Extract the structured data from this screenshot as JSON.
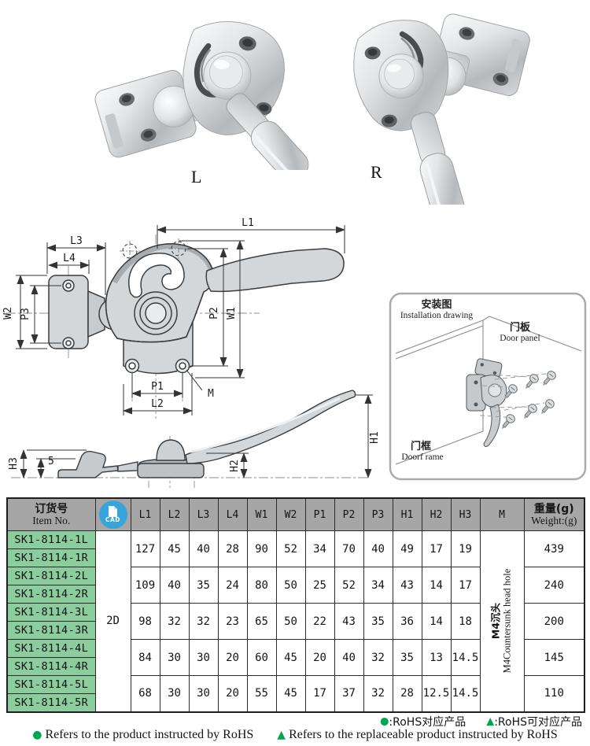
{
  "photos": {
    "left_label": "L",
    "right_label": "R"
  },
  "drawing": {
    "main": {
      "l1": "L1",
      "l2": "L2",
      "l3": "L3",
      "l4": "L4",
      "w1": "W1",
      "w2": "W2",
      "p1": "P1",
      "p2": "P2",
      "p3": "P3",
      "m": "M"
    },
    "side": {
      "h1": "H1",
      "h2": "H2",
      "h3": "H3",
      "five": "5"
    },
    "install": {
      "title_zh": "安装图",
      "title_en": "Installation drawing",
      "panel_zh": "门板",
      "panel_en": "Door panel",
      "frame_zh": "门框",
      "frame_en": "Doorf rame"
    }
  },
  "table": {
    "header": {
      "item_no_zh": "订货号",
      "item_no_en": "Item No.",
      "cad_label": "CAD",
      "dims": [
        "L1",
        "L2",
        "L3",
        "L4",
        "W1",
        "W2",
        "P1",
        "P2",
        "P3",
        "H1",
        "H2",
        "H3"
      ],
      "m_label": "M",
      "weight_zh": "重量(g)",
      "weight_en": "Weight:(g)"
    },
    "cad_value": "2D",
    "m_zh": "M4沉头",
    "m_en": "M4Countersunk head hole",
    "groups": [
      {
        "items": [
          "SK1-8114-1L",
          "SK1-8114-1R"
        ],
        "values": [
          127,
          45,
          40,
          28,
          90,
          52,
          34,
          70,
          40,
          49,
          17,
          19
        ],
        "weight": 439
      },
      {
        "items": [
          "SK1-8114-2L",
          "SK1-8114-2R"
        ],
        "values": [
          109,
          40,
          35,
          24,
          80,
          50,
          25,
          52,
          34,
          43,
          14,
          17
        ],
        "weight": 240
      },
      {
        "items": [
          "SK1-8114-3L",
          "SK1-8114-3R"
        ],
        "values": [
          98,
          32,
          32,
          23,
          65,
          50,
          22,
          43,
          35,
          36,
          14,
          18
        ],
        "weight": 200
      },
      {
        "items": [
          "SK1-8114-4L",
          "SK1-8114-4R"
        ],
        "values": [
          84,
          30,
          30,
          20,
          60,
          45,
          20,
          40,
          32,
          35,
          13,
          14.5
        ],
        "weight": 145
      },
      {
        "items": [
          "SK1-8114-5L",
          "SK1-8114-5R"
        ],
        "values": [
          68,
          30,
          30,
          20,
          55,
          45,
          17,
          37,
          32,
          28,
          12.5,
          14.5
        ],
        "weight": 110
      }
    ]
  },
  "footer": {
    "zh_dot_sym": "●",
    "zh_dot_text": ":RoHS对应产品",
    "zh_tri_sym": "▲",
    "zh_tri_text": ":RoHS可对应产品",
    "en_dot_sym": "●",
    "en_dot_text": "Refers to the product instructed by RoHS",
    "en_tri_sym": "▲",
    "en_tri_text": "Refers to the replaceable product instructed by RoHS"
  },
  "colors": {
    "header_bg": "#a6a6a6",
    "item_green": "#8ccd9d",
    "rohs_green": "#00a651",
    "cad_blue": "#35a5dc",
    "drawing_fill": "#d4d7d9"
  }
}
